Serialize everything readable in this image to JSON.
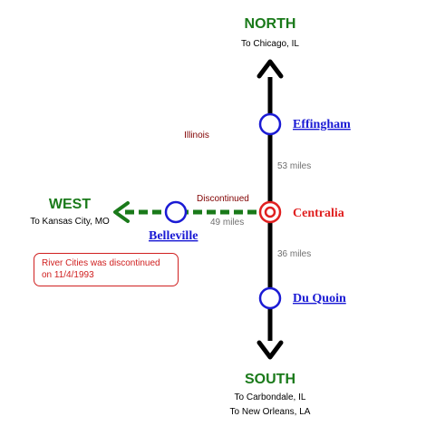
{
  "directions": {
    "north": {
      "label": "NORTH",
      "subs": [
        "To Chicago, IL"
      ]
    },
    "west": {
      "label": "WEST",
      "subs": [
        "To Kansas City, MO"
      ]
    },
    "south": {
      "label": "SOUTH",
      "subs": [
        "To Carbondale, IL",
        "To New Orleans, LA"
      ]
    }
  },
  "stations": {
    "effingham": "Effingham",
    "centralia": "Centralia",
    "belleville": "Belleville",
    "du_quoin": "Du Quoin"
  },
  "distances": {
    "effingham_centralia": "53 miles",
    "centralia_du_quoin": "36 miles",
    "centralia_belleville": "49 miles"
  },
  "region_label": "Illinois",
  "discontinued_label": "Discontinued",
  "note": "River Cities was discontinued on 11/4/1993",
  "colors": {
    "direction": "#1a7a1a",
    "station_link": "#1a1ad4",
    "current_station": "#e02020",
    "route_main": "#000000",
    "route_discontinued": "#1a7a1a",
    "note_border": "#d02020",
    "distance": "#707070"
  }
}
